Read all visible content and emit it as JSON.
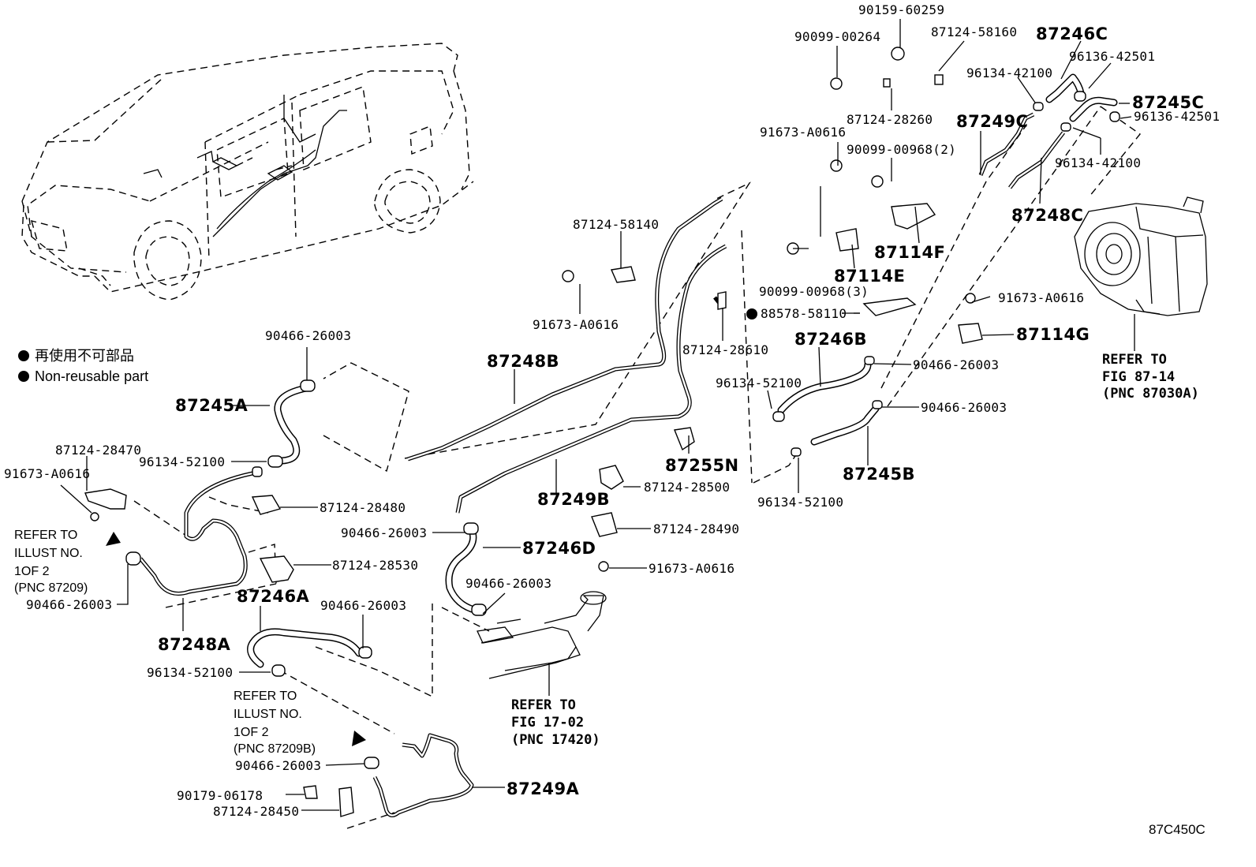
{
  "legend": {
    "jp": "再使用不可部品",
    "en": "Non-reusable part"
  },
  "refs": {
    "r1": [
      "REFER TO",
      "ILLUST NO.",
      "1OF 2",
      "(PNC 87209)"
    ],
    "r2": [
      "REFER TO",
      "ILLUST NO.",
      "1OF 2",
      "(PNC 87209B)"
    ],
    "r3": [
      "REFER TO",
      "FIG 17-02",
      "(PNC 17420)"
    ],
    "r4": [
      "REFER TO",
      "FIG 87-14",
      "(PNC 87030A)"
    ]
  },
  "labels": {
    "p90159_60259": "90159-60259",
    "p90099_00264": "90099-00264",
    "p87124_58160": "87124-58160",
    "p87246C": "87246C",
    "p96136_42501a": "96136-42501",
    "p96134_42100a": "96134-42100",
    "p87245C": "87245C",
    "p96136_42501b": "96136-42501",
    "p87124_28260": "87124-28260",
    "p87249C": "87249C",
    "p91673_A0616a": "91673-A0616",
    "p90099_00968_2": "90099-00968(2)",
    "p96134_42100b": "96134-42100",
    "p87248C": "87248C",
    "p87114F": "87114F",
    "p87124_58140": "87124-58140",
    "p90099_00968_3": "90099-00968(3)",
    "p87114E": "87114E",
    "p91673_A0616b": "91673-A0616",
    "p91673_A0616c": "91673-A0616",
    "p88578_58110": "88578-58110",
    "p87114G": "87114G",
    "p87124_28610": "87124-28610",
    "p87246B": "87246B",
    "p87248B": "87248B",
    "p90466_26003a": "90466-26003",
    "p96134_52100a": "96134-52100",
    "p90466_26003b": "90466-26003",
    "p90466_26003c": "90466-26003",
    "p87245A": "87245A",
    "p87124_28470": "87124-28470",
    "p96134_52100b": "96134-52100",
    "p91673_A0616d": "91673-A0616",
    "p87255N": "87255N",
    "p87245B": "87245B",
    "p87124_28500": "87124-28500",
    "p87124_28480": "87124-28480",
    "p87249B": "87249B",
    "p96134_52100c": "96134-52100",
    "p87124_28490": "87124-28490",
    "p90466_26003d": "90466-26003",
    "p87246D": "87246D",
    "p87124_28530": "87124-28530",
    "p91673_A0616e": "91673-A0616",
    "p90466_26003e": "90466-26003",
    "p87246A": "87246A",
    "p90466_26003f": "90466-26003",
    "p90466_26003g": "90466-26003",
    "p87248A": "87248A",
    "p96134_52100d": "96134-52100",
    "p90466_26003h": "90466-26003",
    "p87249A": "87249A",
    "p90179_06178": "90179-06178",
    "p87124_28450": "87124-28450"
  },
  "diagram_code": "87C450C",
  "icons": {
    "nonreusable": "filled-circle-icon",
    "arrow": "up-arrow-icon"
  }
}
